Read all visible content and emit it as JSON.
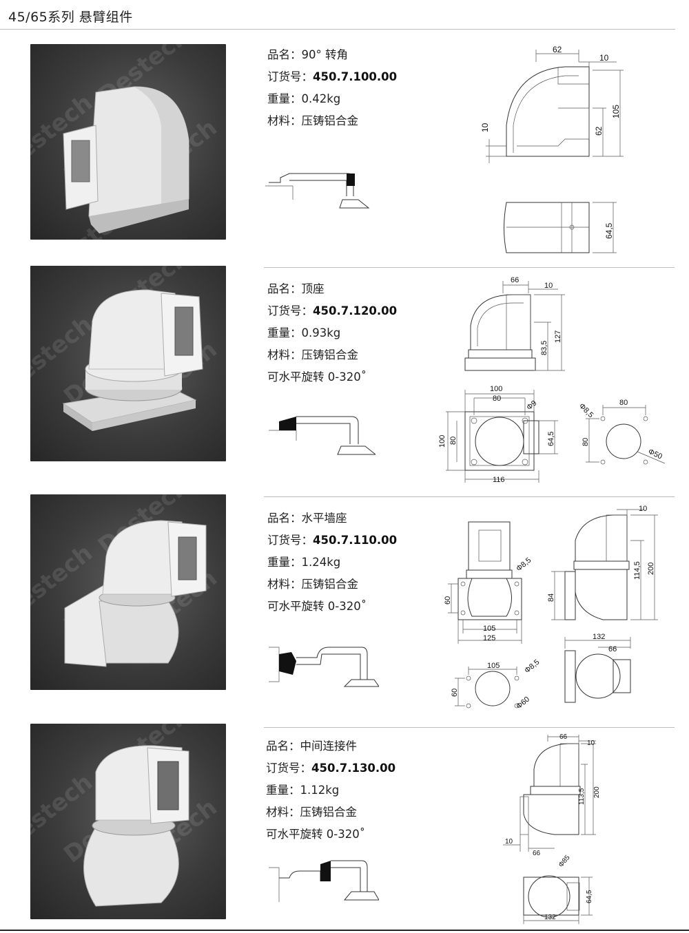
{
  "header": {
    "title": "45/65系列  悬臂组件"
  },
  "watermark": "Destech",
  "labels": {
    "name": "品名：",
    "order": "订货号：",
    "weight": "重量：",
    "material": "材料："
  },
  "products": [
    {
      "name": "90° 转角",
      "order_no": "450.7.100.00",
      "weight": "0.42kg",
      "material": "压铸铝合金",
      "dims": {
        "d1": "62",
        "d2": "10",
        "d3": "105",
        "d4": "62",
        "d5": "10",
        "d6": "64,5"
      }
    },
    {
      "name": "顶座",
      "order_no": "450.7.120.00",
      "weight": "0.93kg",
      "material": "压铸铝合金",
      "extra": "可水平旋转 0-320˚",
      "dims": {
        "d1": "66",
        "d2": "10",
        "d3": "127",
        "d4": "83,5",
        "d5": "100",
        "d6": "80",
        "d7": "Φ9",
        "d8": "100",
        "d9": "80",
        "d10": "64,5",
        "d11": "116",
        "d12": "Φ8,5",
        "d13": "80",
        "d14": "80",
        "d15": "Φ50"
      }
    },
    {
      "name": "水平墙座",
      "order_no": "450.7.110.00",
      "weight": "1.24kg",
      "material": "压铸铝合金",
      "extra": "可水平旋转 0-320˚",
      "dims": {
        "d1": "Φ8,5",
        "d2": "60",
        "d3": "105",
        "d4": "125",
        "d5": "10",
        "d6": "114,5",
        "d7": "200",
        "d8": "84",
        "d9": "105",
        "d10": "Φ8,5",
        "d11": "60",
        "d12": "Φ60",
        "d13": "132",
        "d14": "66"
      }
    },
    {
      "name": "中间连接件",
      "order_no": "450.7.130.00",
      "weight": "1.12kg",
      "material": "压铸铝合金",
      "extra": "可水平旋转 0-320˚",
      "dims": {
        "d1": "66",
        "d2": "10",
        "d3": "113,5",
        "d4": "200",
        "d5": "10",
        "d6": "66",
        "d7": "Φ85",
        "d8": "64,5",
        "d9": "132"
      }
    }
  ]
}
